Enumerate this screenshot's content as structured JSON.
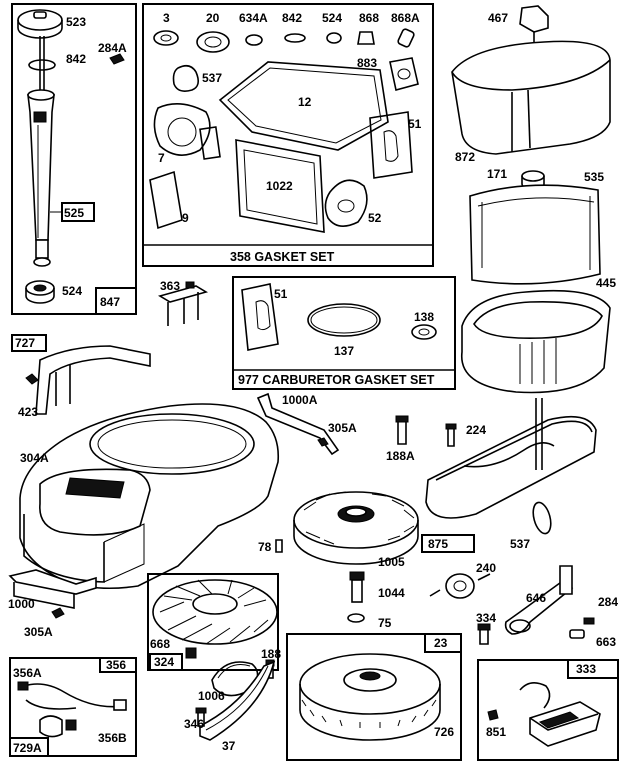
{
  "labels": {
    "p523": "523",
    "p842a": "842",
    "p284a": "284A",
    "p525": "525",
    "p524a": "524",
    "p847": "847",
    "p3": "3",
    "p20": "20",
    "p634a": "634A",
    "p842b": "842",
    "p524b": "524",
    "p868": "868",
    "p868a": "868A",
    "p537a": "537",
    "p883": "883",
    "p12": "12",
    "p7": "7",
    "p51a": "51",
    "p1022": "1022",
    "p9": "9",
    "p52": "52",
    "p467": "467",
    "p872": "872",
    "p171": "171",
    "p535": "535",
    "p445": "445",
    "p363": "363",
    "p51b": "51",
    "p138": "138",
    "p137": "137",
    "p727": "727",
    "p423": "423",
    "p1000a": "1000A",
    "p304a": "304A",
    "p305a_a": "305A",
    "p188a": "188A",
    "p224": "224",
    "p875": "875",
    "p537b": "537",
    "p78": "78",
    "p1005": "1005",
    "p1044": "1044",
    "p240": "240",
    "p1000": "1000",
    "p305a_b": "305A",
    "p646": "646",
    "p284b": "284",
    "p75": "75",
    "p334": "334",
    "p663": "663",
    "p668": "668",
    "p324": "324",
    "p188b": "188",
    "p23": "23",
    "p333": "333",
    "p356": "356",
    "p356a": "356A",
    "p1006": "1006",
    "p346": "346",
    "p37": "37",
    "p726": "726",
    "p851": "851",
    "p729a": "729A",
    "p356b": "356B"
  },
  "captions": {
    "gasket_set": "358 GASKET SET",
    "carb_gasket_set": "977 CARBURETOR GASKET SET"
  }
}
